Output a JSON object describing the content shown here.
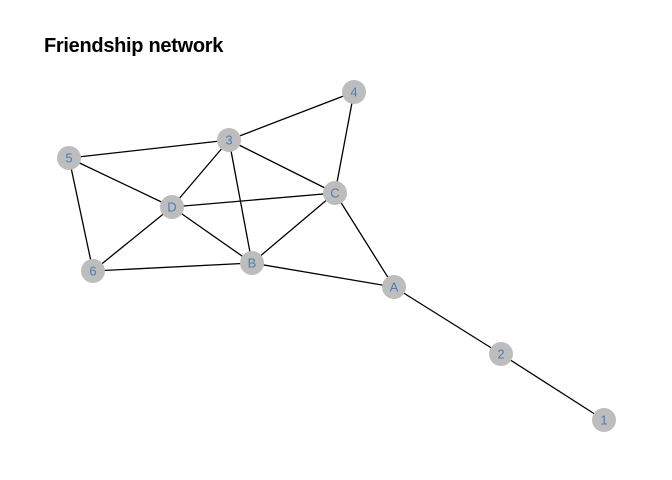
{
  "title": "Friendship network",
  "colors": {
    "node_fill": "#bdbdbd",
    "node_label": "#4a7fb5",
    "edge": "#000000"
  },
  "nodes": [
    {
      "id": "4",
      "label": "4"
    },
    {
      "id": "3",
      "label": "3"
    },
    {
      "id": "5",
      "label": "5"
    },
    {
      "id": "C",
      "label": "C"
    },
    {
      "id": "D",
      "label": "D"
    },
    {
      "id": "B",
      "label": "B"
    },
    {
      "id": "6",
      "label": "6"
    },
    {
      "id": "A",
      "label": "A"
    },
    {
      "id": "2",
      "label": "2"
    },
    {
      "id": "1",
      "label": "1"
    }
  ],
  "edges": [
    [
      "3",
      "4"
    ],
    [
      "4",
      "C"
    ],
    [
      "3",
      "5"
    ],
    [
      "3",
      "D"
    ],
    [
      "3",
      "B"
    ],
    [
      "3",
      "C"
    ],
    [
      "5",
      "D"
    ],
    [
      "5",
      "6"
    ],
    [
      "D",
      "C"
    ],
    [
      "D",
      "6"
    ],
    [
      "D",
      "B"
    ],
    [
      "C",
      "B"
    ],
    [
      "C",
      "A"
    ],
    [
      "6",
      "B"
    ],
    [
      "B",
      "A"
    ],
    [
      "A",
      "2"
    ],
    [
      "2",
      "1"
    ]
  ]
}
